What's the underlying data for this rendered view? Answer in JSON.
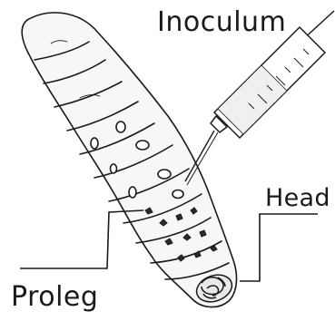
{
  "labels": {
    "inoculum": "Inoculum",
    "head": "Head",
    "proleg": "Proleg"
  },
  "colors": {
    "ink": "#1a1a1a",
    "background": "#ffffff"
  }
}
